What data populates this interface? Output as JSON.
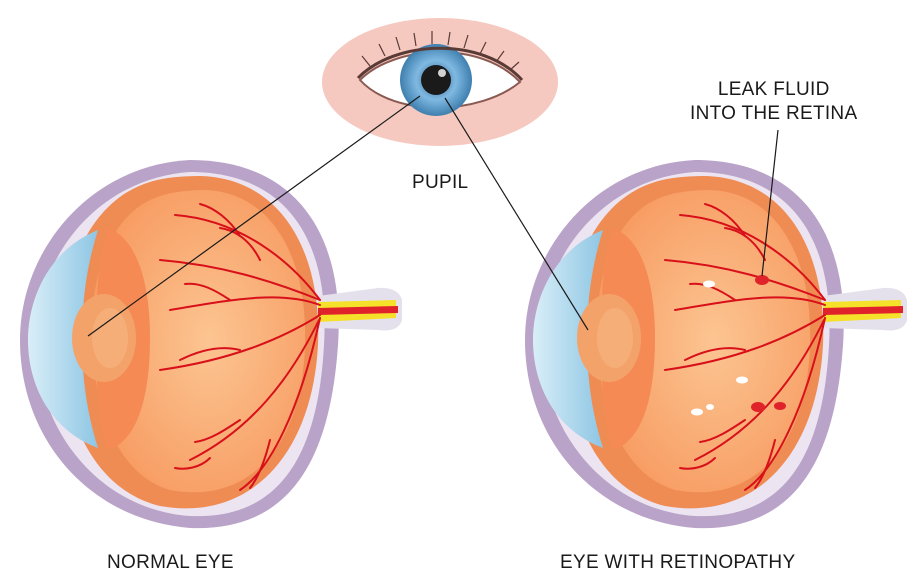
{
  "labels": {
    "pupil": "PUPIL",
    "leak_line1": "LEAK FLUID",
    "leak_line2": "INTO THE RETINA",
    "normal_eye": "NORMAL EYE",
    "retinopathy_eye": "EYE WITH RETINOPATHY"
  },
  "colors": {
    "sclera_outer": "#b9a3c8",
    "sclera_inner": "#ece4f1",
    "cornea": "#a9d6ec",
    "lens": "#f3a36a",
    "retina": "#f7a46c",
    "retina_light": "#fcc592",
    "choroid": "#ef8c54",
    "vessel": "#d8101a",
    "optic_yellow": "#f5e02a",
    "optic_red": "#e0232a",
    "iris": "#7fb9e2",
    "pupil": "#1a1a1a",
    "eye_bg": "#f6c9c0",
    "exudate": "#ffffff"
  }
}
